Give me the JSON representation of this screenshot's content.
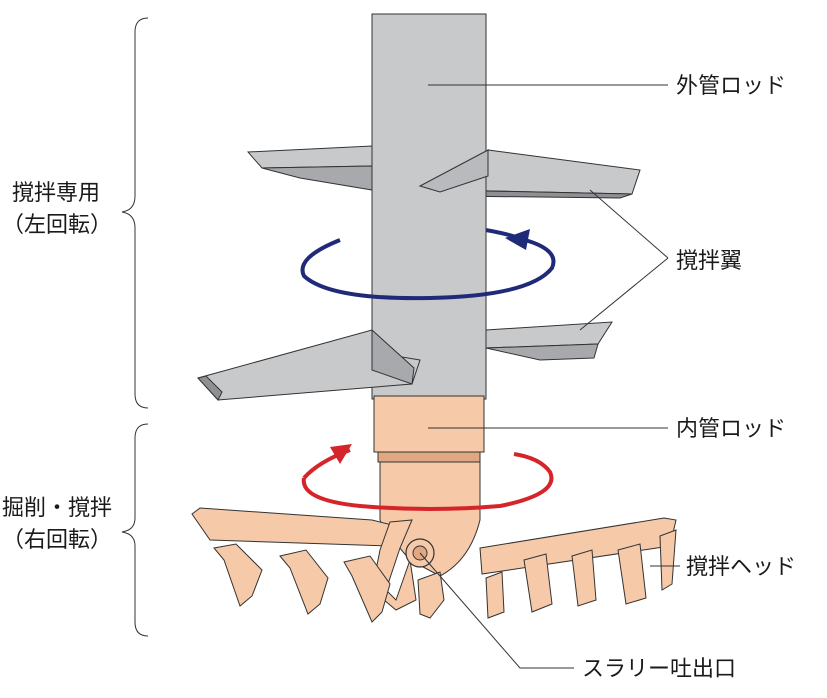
{
  "left_labels": {
    "upper_line1": "撹拌専用",
    "upper_line2": "（左回転）",
    "lower_line1": "掘削・撹拌",
    "lower_line2": "（右回転）"
  },
  "callouts": {
    "outer_rod": "外管ロッド",
    "stirring_wing": "撹拌翼",
    "inner_rod": "内管ロッド",
    "stirring_head": "撹拌ヘッド",
    "slurry_outlet": "スラリー吐出口"
  },
  "colors": {
    "outer_rod": "#c8c9cb",
    "inner_rod": "#f6c9a8",
    "left_rotation": "#1f2a78",
    "right_rotation": "#d5242a",
    "outline": "#333333"
  }
}
